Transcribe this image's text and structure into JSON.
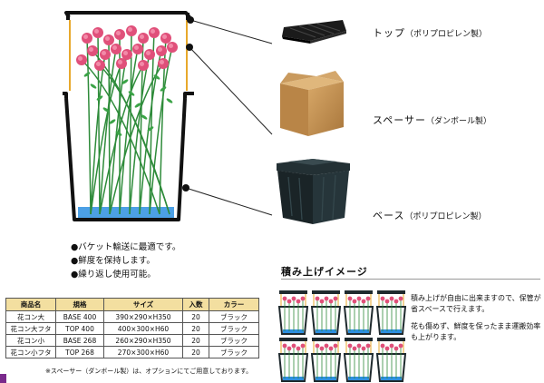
{
  "parts": {
    "top": {
      "name": "トップ",
      "material": "（ポリプロピレン製）"
    },
    "spacer": {
      "name": "スペーサー",
      "material": "（ダンボール製）"
    },
    "base": {
      "name": "ベース",
      "material": "（ポリプロピレン製）"
    }
  },
  "features": [
    "●バケット輸送に最適です。",
    "●鮮度を保持します。",
    "●繰り返し使用可能。"
  ],
  "spec_table": {
    "headers": [
      "商品名",
      "規格",
      "サイズ",
      "入数",
      "カラー"
    ],
    "rows": [
      [
        "花コン大",
        "BASE 400",
        "390×290×H350",
        "20",
        "ブラック"
      ],
      [
        "花コン大フタ",
        "TOP 400",
        "400×300×H60",
        "20",
        "ブラック"
      ],
      [
        "花コン小",
        "BASE 268",
        "260×290×H350",
        "20",
        "ブラック"
      ],
      [
        "花コン小フタ",
        "TOP 268",
        "270×300×H60",
        "20",
        "ブラック"
      ]
    ],
    "note": "※スペーサー（ダンボール製）は、オプションにてご用意しております。"
  },
  "stacking": {
    "title": "積み上げイメージ",
    "paragraphs": [
      "積み上げが自由に出来ますので、保管が省スペースで行えます。",
      "花も傷めず、鮮度を保ったまま運搬効率も上がります。"
    ]
  },
  "colors": {
    "flower": "#e0507a",
    "stem": "#2e8b3a",
    "crate": "#1f2a2e",
    "cardboard": "#c89a5c",
    "water": "#2d8fe0",
    "purple_accent": "#7a2a8c",
    "table_header": "#f3dfa0"
  }
}
